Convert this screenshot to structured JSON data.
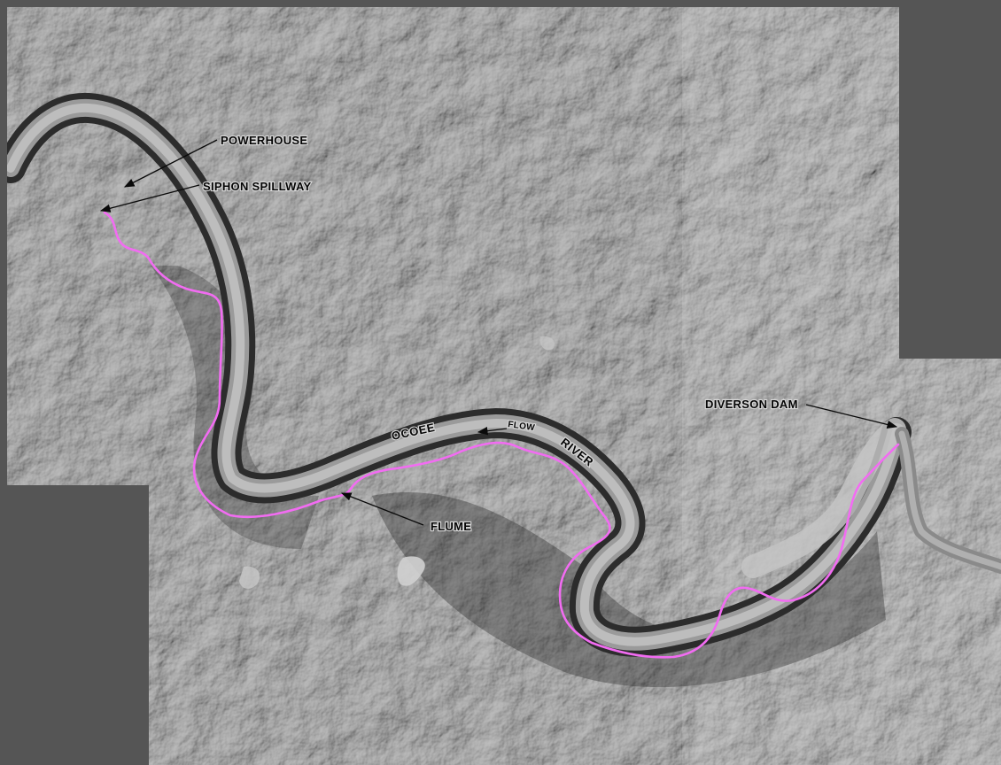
{
  "labels": {
    "powerhouse": "POWERHOUSE",
    "siphon_spillway": "SIPHON SPILLWAY",
    "diversion_dam": "DIVERSON DAM",
    "flume": "FLUME",
    "river_word_1": "OCOEE",
    "river_word_2": "RIVER",
    "flow": "FLOW"
  },
  "colors": {
    "flume_route": "#f26cf2",
    "background": "#555555",
    "imagery_base": "#5a5a5a",
    "river_water": "#bdbdbd"
  },
  "icons": {
    "flow_direction": "arrow-left-icon",
    "leader_arrows": "arrowhead-icon"
  }
}
